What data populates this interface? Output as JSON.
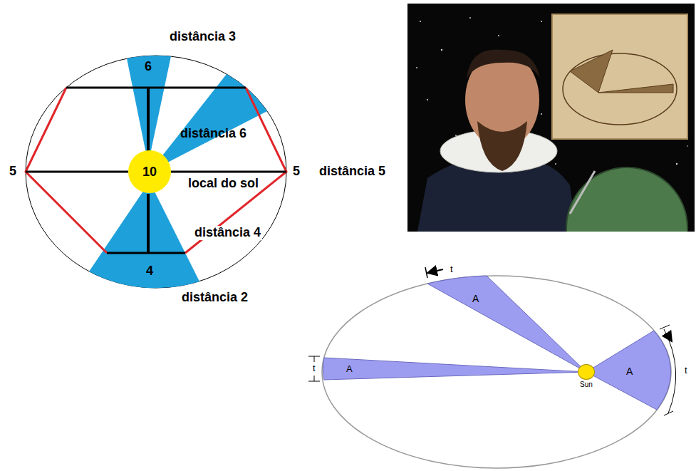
{
  "diagram": {
    "nodes": [
      {
        "text": [
          "10"
        ]
      },
      {
        "text": [
          "Sun"
        ]
      }
    ],
    "labels": [
      "distância 3",
      "6",
      "distância 6",
      "local do sol",
      "5",
      "5",
      "distância 5",
      "distância 4",
      "4",
      "distância 2",
      "A",
      "A",
      "A",
      "t",
      "t",
      "t"
    ]
  }
}
